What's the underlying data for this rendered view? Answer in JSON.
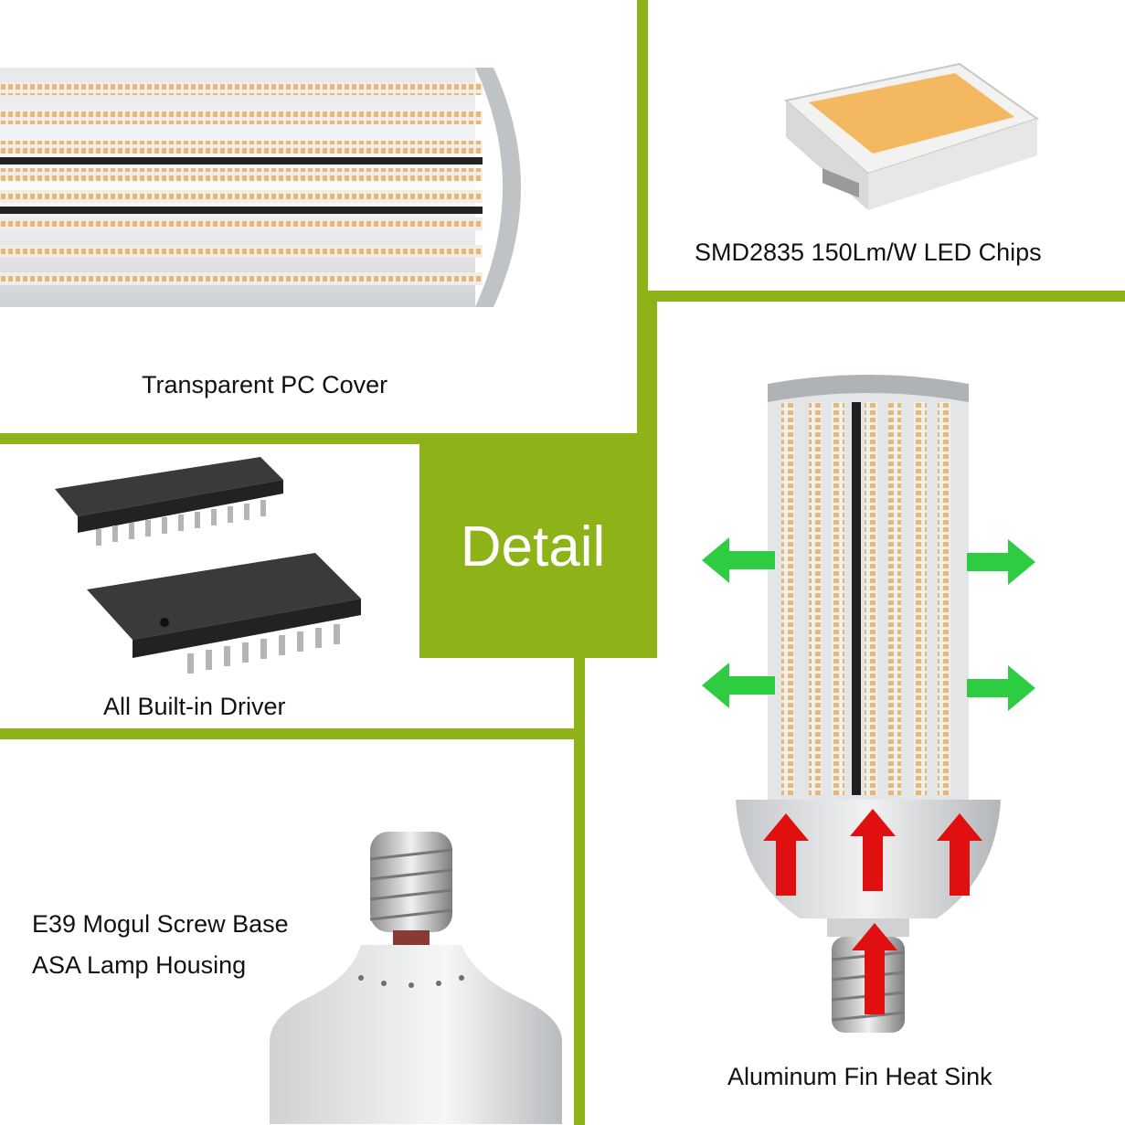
{
  "center": {
    "title": "Detail"
  },
  "panels": {
    "pc_cover": {
      "caption": "Transparent PC Cover"
    },
    "led_chips": {
      "caption": "SMD2835 150Lm/W LED Chips"
    },
    "driver": {
      "caption": "All Built-in Driver"
    },
    "base": {
      "caption_line1": "E39 Mogul Screw Base",
      "caption_line2": "ASA Lamp Housing"
    },
    "heat_sink": {
      "caption": "Aluminum Fin Heat Sink"
    }
  },
  "colors": {
    "accent_green": "#8db319",
    "airflow_green": "#2ecc40",
    "heat_red": "#e01010",
    "led_chip": "#f4b860"
  },
  "icons": [
    "led-tube-image",
    "smd-chip-image",
    "driver-ic-image",
    "screw-base-image",
    "corn-bulb-image",
    "airflow-arrow-icon",
    "heat-arrow-icon"
  ]
}
